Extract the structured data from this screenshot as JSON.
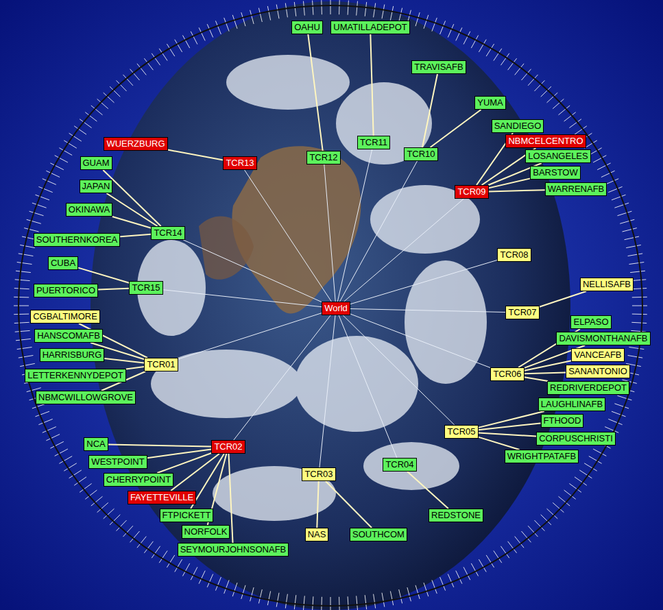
{
  "diagram": {
    "nodes": [
      {
        "text": [
          "World"
        ]
      },
      {
        "text": [
          "TCR01"
        ]
      },
      {
        "text": [
          "TCR02"
        ]
      },
      {
        "text": [
          "TCR03"
        ]
      },
      {
        "text": [
          "TCR04"
        ]
      },
      {
        "text": [
          "TCR05"
        ]
      },
      {
        "text": [
          "TCR06"
        ]
      },
      {
        "text": [
          "TCR07"
        ]
      },
      {
        "text": [
          "TCR08"
        ]
      },
      {
        "text": [
          "TCR09"
        ]
      },
      {
        "text": [
          "TCR10"
        ]
      },
      {
        "text": [
          "TCR11"
        ]
      },
      {
        "text": [
          "TCR12"
        ]
      },
      {
        "text": [
          "TCR13"
        ]
      },
      {
        "text": [
          "TCR14"
        ]
      },
      {
        "text": [
          "TCR15"
        ]
      },
      {
        "text": [
          "CGBALTIMORE"
        ]
      },
      {
        "text": [
          "HANSCOMAFB"
        ]
      },
      {
        "text": [
          "HARRISBURG"
        ]
      },
      {
        "text": [
          "LETTERKENNYDEPOT"
        ]
      },
      {
        "text": [
          "NBMCWILLOWGROVE"
        ]
      },
      {
        "text": [
          "NCA"
        ]
      },
      {
        "text": [
          "WESTPOINT"
        ]
      },
      {
        "text": [
          "CHERRYPOINT"
        ]
      },
      {
        "text": [
          "FAYETTEVILLE"
        ]
      },
      {
        "text": [
          "FTPICKETT"
        ]
      },
      {
        "text": [
          "NORFOLK"
        ]
      },
      {
        "text": [
          "SEYMOURJOHNSONAFB"
        ]
      },
      {
        "text": [
          "NAS"
        ]
      },
      {
        "text": [
          "SOUTHCOM"
        ]
      },
      {
        "text": [
          "REDSTONE"
        ]
      },
      {
        "text": [
          "WRIGHTPATAFB"
        ]
      },
      {
        "text": [
          "CORPUSCHRISTI"
        ]
      },
      {
        "text": [
          "FTHOOD"
        ]
      },
      {
        "text": [
          "LAUGHLINAFB"
        ]
      },
      {
        "text": [
          "REDRIVERDEPOT"
        ]
      },
      {
        "text": [
          "SANANTONIO"
        ]
      },
      {
        "text": [
          "VANCEAFB"
        ]
      },
      {
        "text": [
          "DAVISMONTHANAFB"
        ]
      },
      {
        "text": [
          "ELPASO"
        ]
      },
      {
        "text": [
          "NELLISAFB"
        ]
      },
      {
        "text": [
          "WARRENAFB"
        ]
      },
      {
        "text": [
          "BARSTOW"
        ]
      },
      {
        "text": [
          "LOSANGELES"
        ]
      },
      {
        "text": [
          "NBMCELCENTRO"
        ]
      },
      {
        "text": [
          "SANDIEGO"
        ]
      },
      {
        "text": [
          "YUMA"
        ]
      },
      {
        "text": [
          "TRAVISAFB"
        ]
      },
      {
        "text": [
          "UMATILLADEPOT"
        ]
      },
      {
        "text": [
          "OAHU"
        ]
      },
      {
        "text": [
          "WUERZBURG"
        ]
      },
      {
        "text": [
          "GUAM"
        ]
      },
      {
        "text": [
          "JAPAN"
        ]
      },
      {
        "text": [
          "OKINAWA"
        ]
      },
      {
        "text": [
          "SOUTHERNKOREA"
        ]
      },
      {
        "text": [
          "CUBA"
        ]
      },
      {
        "text": [
          "PUERTORICO"
        ]
      }
    ],
    "edges": [
      {
        "from": 0,
        "to": 1,
        "arrow": "none"
      },
      {
        "from": 0,
        "to": 2,
        "arrow": "none"
      },
      {
        "from": 0,
        "to": 3,
        "arrow": "none"
      },
      {
        "from": 0,
        "to": 4,
        "arrow": "none"
      },
      {
        "from": 0,
        "to": 5,
        "arrow": "none"
      },
      {
        "from": 0,
        "to": 6,
        "arrow": "none"
      },
      {
        "from": 0,
        "to": 7,
        "arrow": "none"
      },
      {
        "from": 0,
        "to": 8,
        "arrow": "none"
      },
      {
        "from": 0,
        "to": 9,
        "arrow": "none"
      },
      {
        "from": 0,
        "to": 10,
        "arrow": "none"
      },
      {
        "from": 0,
        "to": 11,
        "arrow": "none"
      },
      {
        "from": 0,
        "to": 12,
        "arrow": "none"
      },
      {
        "from": 0,
        "to": 13,
        "arrow": "none"
      },
      {
        "from": 0,
        "to": 14,
        "arrow": "none"
      },
      {
        "from": 0,
        "to": 15,
        "arrow": "none"
      },
      {
        "from": 1,
        "to": 16,
        "arrow": "none"
      },
      {
        "from": 1,
        "to": 17,
        "arrow": "none"
      },
      {
        "from": 1,
        "to": 18,
        "arrow": "none"
      },
      {
        "from": 1,
        "to": 19,
        "arrow": "none"
      },
      {
        "from": 1,
        "to": 20,
        "arrow": "none"
      },
      {
        "from": 2,
        "to": 21,
        "arrow": "none"
      },
      {
        "from": 2,
        "to": 22,
        "arrow": "none"
      },
      {
        "from": 2,
        "to": 23,
        "arrow": "none"
      },
      {
        "from": 2,
        "to": 24,
        "arrow": "none"
      },
      {
        "from": 2,
        "to": 25,
        "arrow": "none"
      },
      {
        "from": 2,
        "to": 26,
        "arrow": "none"
      },
      {
        "from": 2,
        "to": 27,
        "arrow": "none"
      },
      {
        "from": 3,
        "to": 28,
        "arrow": "none"
      },
      {
        "from": 3,
        "to": 29,
        "arrow": "none"
      },
      {
        "from": 4,
        "to": 30,
        "arrow": "none"
      },
      {
        "from": 5,
        "to": 31,
        "arrow": "none"
      },
      {
        "from": 5,
        "to": 32,
        "arrow": "none"
      },
      {
        "from": 5,
        "to": 33,
        "arrow": "none"
      },
      {
        "from": 5,
        "to": 34,
        "arrow": "none"
      },
      {
        "from": 6,
        "to": 35,
        "arrow": "none"
      },
      {
        "from": 6,
        "to": 36,
        "arrow": "none"
      },
      {
        "from": 6,
        "to": 37,
        "arrow": "none"
      },
      {
        "from": 6,
        "to": 38,
        "arrow": "none"
      },
      {
        "from": 6,
        "to": 39,
        "arrow": "none"
      },
      {
        "from": 7,
        "to": 40,
        "arrow": "none"
      },
      {
        "from": 9,
        "to": 41,
        "arrow": "none"
      },
      {
        "from": 9,
        "to": 42,
        "arrow": "none"
      },
      {
        "from": 9,
        "to": 43,
        "arrow": "none"
      },
      {
        "from": 9,
        "to": 44,
        "arrow": "none"
      },
      {
        "from": 9,
        "to": 45,
        "arrow": "none"
      },
      {
        "from": 10,
        "to": 46,
        "arrow": "none"
      },
      {
        "from": 10,
        "to": 47,
        "arrow": "none"
      },
      {
        "from": 11,
        "to": 48,
        "arrow": "none"
      },
      {
        "from": 12,
        "to": 49,
        "arrow": "none"
      },
      {
        "from": 13,
        "to": 50,
        "arrow": "none"
      },
      {
        "from": 14,
        "to": 51,
        "arrow": "none"
      },
      {
        "from": 14,
        "to": 52,
        "arrow": "none"
      },
      {
        "from": 14,
        "to": 53,
        "arrow": "none"
      },
      {
        "from": 14,
        "to": 54,
        "arrow": "none"
      },
      {
        "from": 15,
        "to": 55,
        "arrow": "none"
      },
      {
        "from": 15,
        "to": 56,
        "arrow": "none"
      }
    ]
  }
}
